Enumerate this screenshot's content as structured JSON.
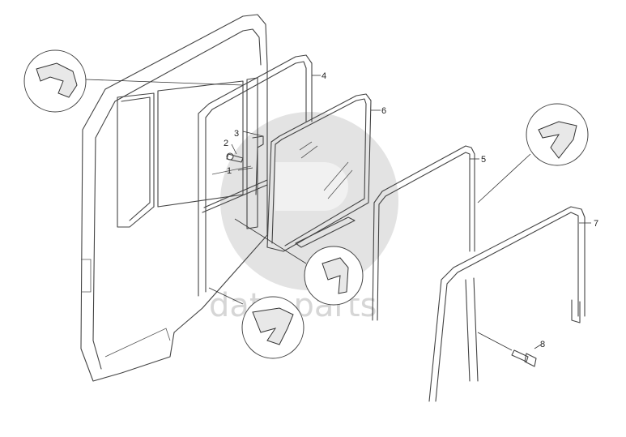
{
  "watermark": {
    "text": "data-parts",
    "color": "#d9d9d9"
  },
  "parts": [
    {
      "number": "1"
    },
    {
      "number": "2"
    },
    {
      "number": "3"
    },
    {
      "number": "4"
    },
    {
      "number": "5"
    },
    {
      "number": "6"
    },
    {
      "number": "7"
    },
    {
      "number": "8"
    }
  ],
  "colors": {
    "line": "#444444",
    "background": "#ffffff"
  }
}
